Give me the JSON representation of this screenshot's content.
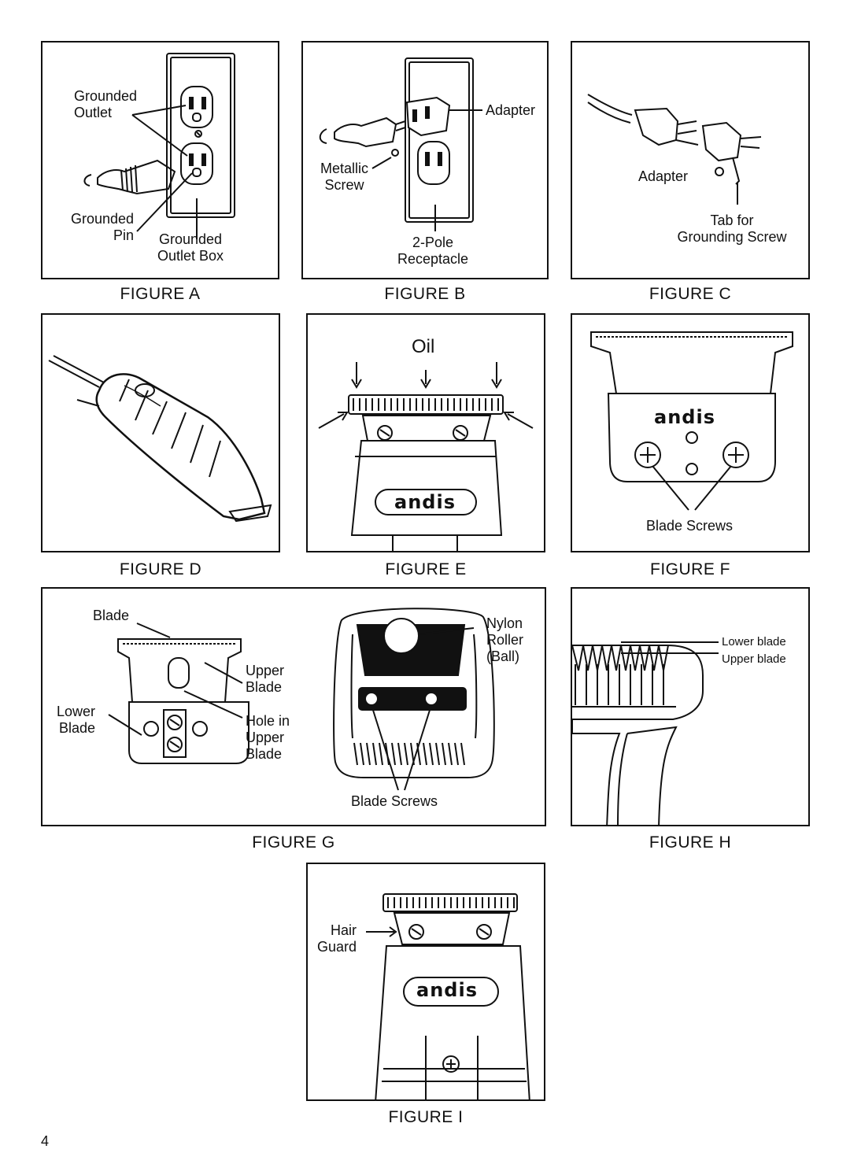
{
  "figures": {
    "a": {
      "caption": "FIGURE A",
      "labels": {
        "grounded_outlet": "Grounded\nOutlet",
        "grounded_pin": "Grounded\nPin",
        "grounded_outlet_box": "Grounded\nOutlet Box"
      }
    },
    "b": {
      "caption": "FIGURE B",
      "labels": {
        "adapter": "Adapter",
        "metallic_screw": "Metallic\nScrew",
        "two_pole_receptacle": "2-Pole\nReceptacle"
      }
    },
    "c": {
      "caption": "FIGURE C",
      "labels": {
        "adapter": "Adapter",
        "tab_for_grounding_screw": "Tab for\nGrounding Screw"
      }
    },
    "d": {
      "caption": "FIGURE D"
    },
    "e": {
      "caption": "FIGURE E",
      "labels": {
        "oil": "Oil",
        "brand": "andis"
      }
    },
    "f": {
      "caption": "FIGURE F",
      "labels": {
        "brand": "andis",
        "blade_screws": "Blade Screws"
      }
    },
    "g": {
      "caption": "FIGURE G",
      "labels": {
        "blade": "Blade",
        "upper_blade": "Upper\nBlade",
        "lower_blade": "Lower\nBlade",
        "hole_in_upper_blade": "Hole in\nUpper\nBlade",
        "nylon_roller": "Nylon\nRoller\n(Ball)",
        "blade_screws": "Blade Screws"
      }
    },
    "h": {
      "caption": "FIGURE H",
      "labels": {
        "lower_blade": "Lower blade",
        "upper_blade": "Upper blade"
      }
    },
    "i": {
      "caption": "FIGURE I",
      "labels": {
        "hair_guard": "Hair\nGuard",
        "brand": "andis"
      }
    }
  },
  "page_number": "4"
}
